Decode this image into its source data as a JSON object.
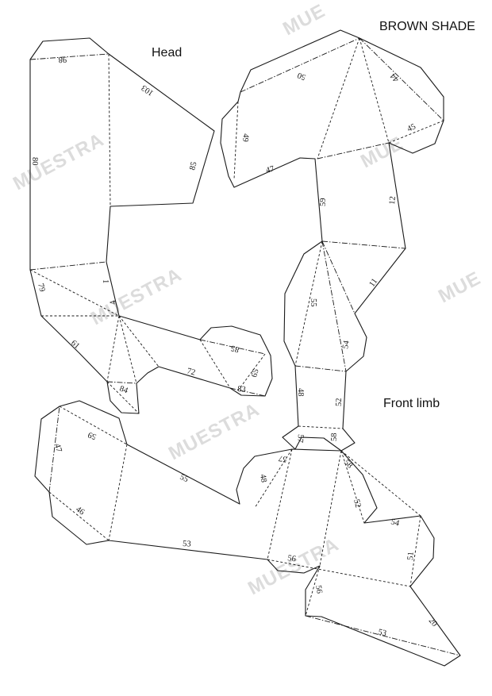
{
  "titles": {
    "head": "Head",
    "brown_shade": "BROWN SHADE",
    "front_limb": "Front limb"
  },
  "watermark": "MUESTRA",
  "watermark_partial_1": "MUE",
  "watermark_partial_2": "MUE",
  "watermark_partial_3": "MUE",
  "labels": {
    "head": [
      "98",
      "103",
      "85",
      "80",
      "1",
      "79",
      "4",
      "61",
      "84",
      "72",
      "85",
      "65",
      "83"
    ],
    "brown": [
      "50",
      "44",
      "45",
      "49",
      "47",
      "59",
      "12",
      "11",
      "55",
      "54",
      "48",
      "52"
    ],
    "limb": [
      "59",
      "47",
      "46",
      "55",
      "53",
      "57",
      "48",
      "58",
      "58",
      "57",
      "52",
      "54",
      "51",
      "56",
      "56",
      "20",
      "53"
    ]
  }
}
